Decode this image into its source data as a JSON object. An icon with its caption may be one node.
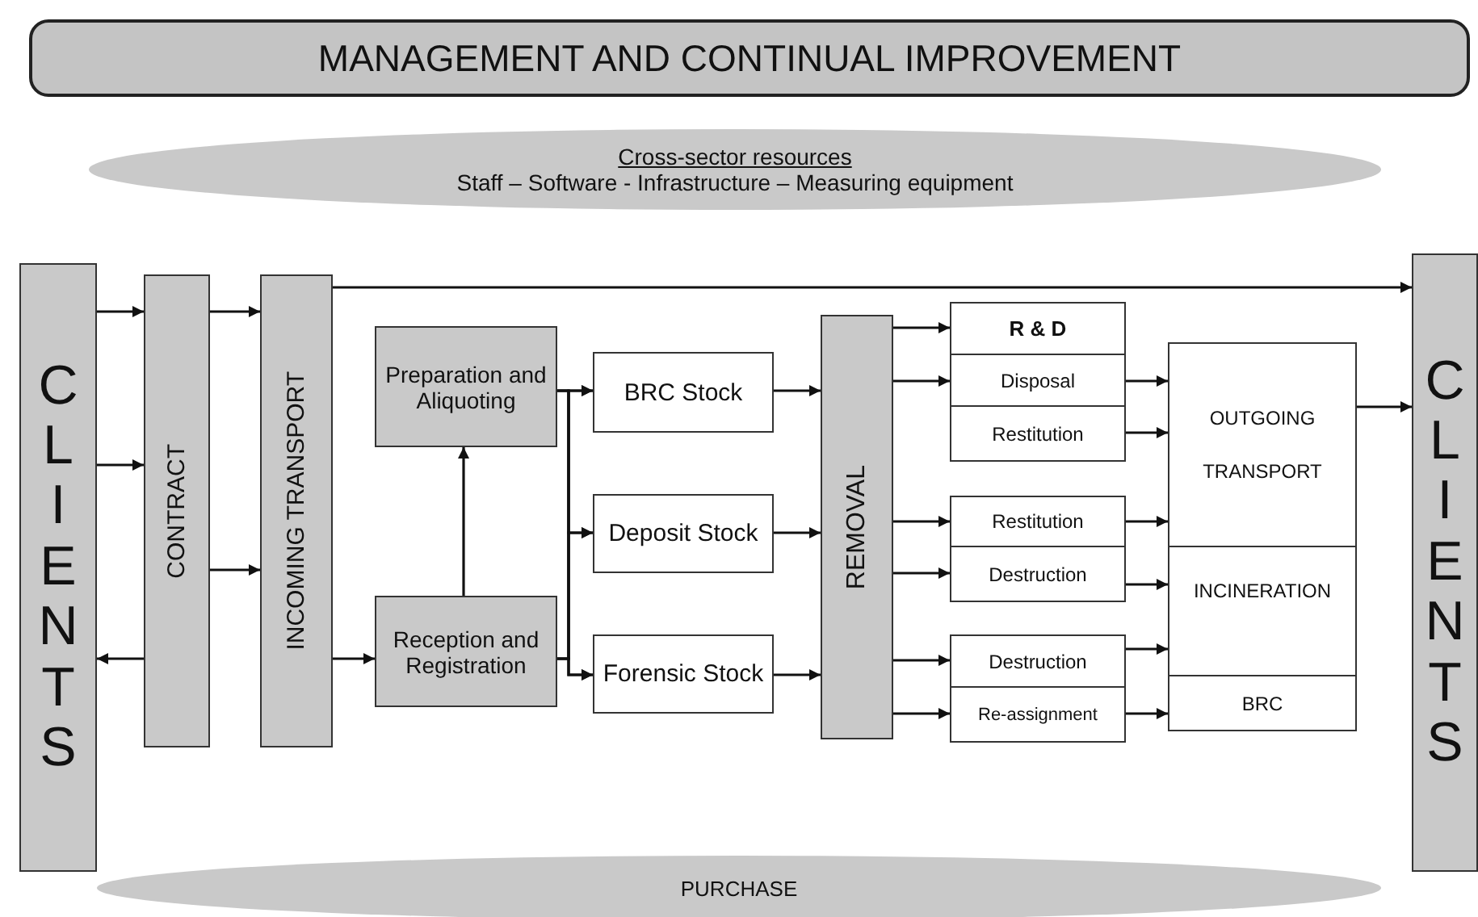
{
  "diagram": {
    "nodes": [
      {
        "text": [
          "MANAGEMENT AND CONTINUAL IMPROVEMENT"
        ]
      },
      {
        "text": [
          "Cross-sector resources",
          "Staff – Software - Infrastructure – Measuring equipment"
        ]
      },
      {
        "text": [
          "CLIENTS"
        ]
      },
      {
        "text": [
          "CONTRACT"
        ]
      },
      {
        "text": [
          "INCOMING TRANSPORT"
        ]
      },
      {
        "text": [
          "Preparation and Aliquoting"
        ]
      },
      {
        "text": [
          "Reception and Registration"
        ]
      },
      {
        "text": [
          "BRC Stock"
        ]
      },
      {
        "text": [
          "Deposit Stock"
        ]
      },
      {
        "text": [
          "Forensic Stock"
        ]
      },
      {
        "text": [
          "REMOVAL"
        ]
      },
      {
        "text": [
          "R & D"
        ]
      },
      {
        "text": [
          "Disposal"
        ]
      },
      {
        "text": [
          "Restitution"
        ]
      },
      {
        "text": [
          "Restitution"
        ]
      },
      {
        "text": [
          "Destruction"
        ]
      },
      {
        "text": [
          "Destruction"
        ]
      },
      {
        "text": [
          "Re-assignment"
        ]
      },
      {
        "text": [
          "OUTGOING TRANSPORT"
        ]
      },
      {
        "text": [
          "INCINERATION"
        ]
      },
      {
        "text": [
          "BRC"
        ]
      },
      {
        "text": [
          "CLIENTS"
        ]
      },
      {
        "text": [
          "PURCHASE"
        ]
      }
    ],
    "edges": [
      {
        "from": 2,
        "to": 3,
        "arrow": "to"
      },
      {
        "from": 2,
        "to": 3,
        "arrow": "to"
      },
      {
        "from": 3,
        "to": 2,
        "arrow": "to"
      },
      {
        "from": 3,
        "to": 4,
        "arrow": "to"
      },
      {
        "from": 3,
        "to": 4,
        "arrow": "to"
      },
      {
        "from": 4,
        "to": 21,
        "arrow": "to"
      },
      {
        "from": 4,
        "to": 6,
        "arrow": "to"
      },
      {
        "from": 6,
        "to": 5,
        "arrow": "to"
      },
      {
        "from": 5,
        "to": 7,
        "arrow": "to"
      },
      {
        "from": 5,
        "to": 8,
        "arrow": "to"
      },
      {
        "from": 5,
        "to": 9,
        "arrow": "to"
      },
      {
        "from": 6,
        "to": 7,
        "arrow": "to"
      },
      {
        "from": 6,
        "to": 8,
        "arrow": "to"
      },
      {
        "from": 6,
        "to": 9,
        "arrow": "to"
      },
      {
        "from": 7,
        "to": 10,
        "arrow": "to"
      },
      {
        "from": 8,
        "to": 10,
        "arrow": "to"
      },
      {
        "from": 9,
        "to": 10,
        "arrow": "to"
      },
      {
        "from": 10,
        "to": 11,
        "arrow": "to"
      },
      {
        "from": 10,
        "to": 12,
        "arrow": "to"
      },
      {
        "from": 10,
        "to": 14,
        "arrow": "to"
      },
      {
        "from": 10,
        "to": 15,
        "arrow": "to"
      },
      {
        "from": 10,
        "to": 16,
        "arrow": "to"
      },
      {
        "from": 10,
        "to": 17,
        "arrow": "to"
      },
      {
        "from": 12,
        "to": 18,
        "arrow": "to"
      },
      {
        "from": 13,
        "to": 18,
        "arrow": "to"
      },
      {
        "from": 14,
        "to": 18,
        "arrow": "to"
      },
      {
        "from": 15,
        "to": 19,
        "arrow": "to"
      },
      {
        "from": 16,
        "to": 19,
        "arrow": "to"
      },
      {
        "from": 17,
        "to": 20,
        "arrow": "to"
      },
      {
        "from": 18,
        "to": 21,
        "arrow": "to"
      }
    ]
  }
}
